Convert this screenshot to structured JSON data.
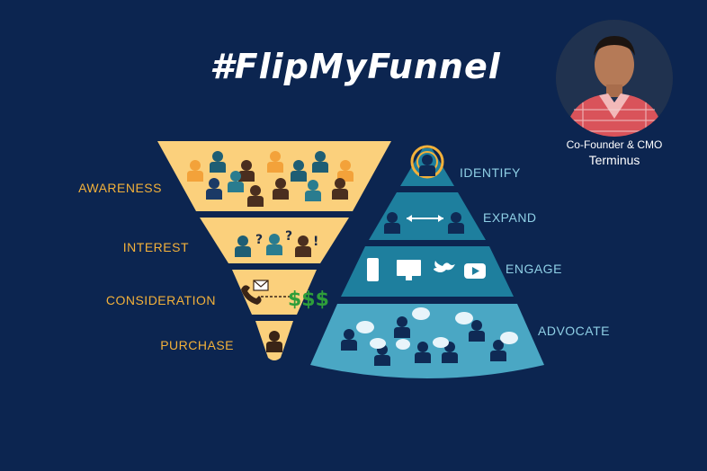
{
  "title": "#FlipMyFunnel",
  "person": {
    "role": "Co-Founder & CMO",
    "company": "Terminus"
  },
  "funnel": {
    "stages": [
      "AWARENESS",
      "INTEREST",
      "CONSIDERATION",
      "PURCHASE"
    ]
  },
  "pyramid": {
    "stages": [
      "IDENTIFY",
      "EXPAND",
      "ENGAGE",
      "ADVOCATE"
    ]
  },
  "symbols": {
    "question1": "?",
    "question2": "?",
    "exclaim": "!",
    "dollars": "$$$"
  },
  "colors": {
    "background": "#0c2550",
    "funnel_fill": "#fbd07c",
    "funnel_label": "#f3b13a",
    "pyramid_dark": "#1e7f9e",
    "pyramid_light": "#4aa7c4",
    "pyramid_label": "#8fd0e6"
  }
}
